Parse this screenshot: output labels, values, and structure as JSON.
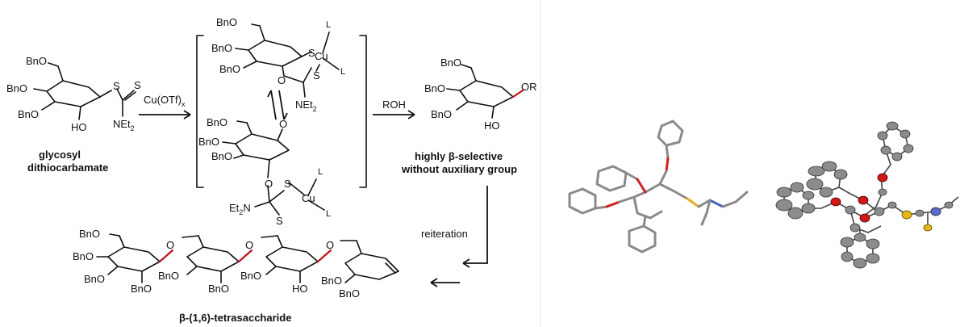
{
  "labels": {
    "glycosyl": "glycosyl",
    "dithiocarbamate": "dithiocarbamate",
    "reagent": "Cu(OTf)",
    "reagent_sub": "x",
    "roh": "ROH",
    "selective_1": "highly β-selective",
    "selective_2": "without auxiliary group",
    "reiteration": "reiteration",
    "product": "β-(1,6)-tetrasaccharide"
  },
  "atoms": {
    "bno": "BnO",
    "ho": "HO",
    "o": "O",
    "s": "S",
    "cu": "Cu",
    "l": "L",
    "net2": "NEt",
    "net2_sub": "2",
    "et2n": "Et",
    "et2n_sub": "2",
    "et2n_tail": "N",
    "or": "OR"
  },
  "colors": {
    "glycosidic_bond": "#c0121b",
    "carbon": "#8a8a8a",
    "oxygen": "#d02020",
    "sulfur": "#e0b020",
    "nitrogen": "#4060c0"
  }
}
